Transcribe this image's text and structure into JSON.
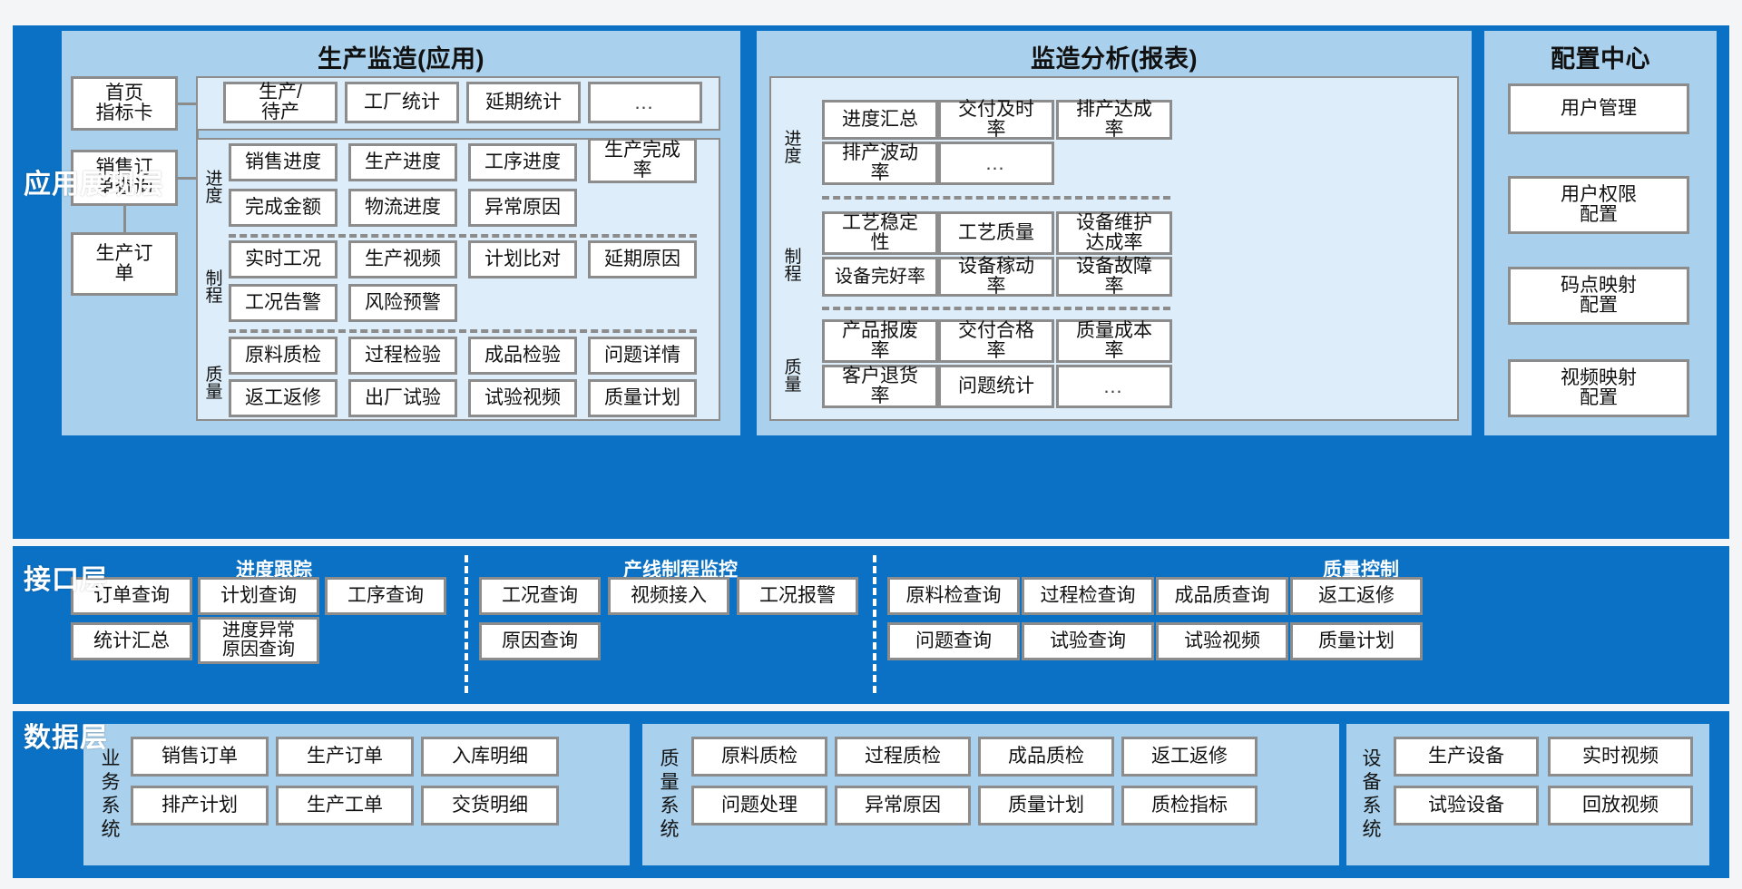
{
  "layers": {
    "app": {
      "title": "应用展现层"
    },
    "api": {
      "title": "接口层"
    },
    "data": {
      "title": "数据层"
    }
  },
  "app_layer": {
    "panels": [
      {
        "key": "production_app",
        "title": "生产监造(应用)",
        "entry_nodes": [
          {
            "label": "首页\n指标卡"
          },
          {
            "label": "销售订\n单查询"
          },
          {
            "label": "生产订\n单"
          }
        ],
        "groups": [
          {
            "caption": "",
            "rows": [
              [
                "生产/\n待产",
                "工厂统计",
                "延期统计",
                "…"
              ]
            ]
          },
          {
            "caption": "进\n度",
            "rows": [
              [
                "销售进度",
                "生产进度",
                "工序进度",
                "生产完成\n率"
              ],
              [
                "完成金额",
                "物流进度",
                "异常原因"
              ]
            ]
          },
          {
            "caption": "制\n程",
            "rows": [
              [
                "实时工况",
                "生产视频",
                "计划比对",
                "延期原因"
              ],
              [
                "工况告警",
                "风险预警"
              ]
            ]
          },
          {
            "caption": "质\n量",
            "rows": [
              [
                "原料质检",
                "过程检验",
                "成品检验",
                "问题详情"
              ],
              [
                "返工返修",
                "出厂试验",
                "试验视频",
                "质量计划"
              ]
            ]
          }
        ]
      },
      {
        "key": "analysis_report",
        "title": "监造分析(报表)",
        "groups": [
          {
            "caption": "进\n度",
            "rows": [
              [
                "进度汇总",
                "交付及时\n率",
                "排产达成\n率"
              ],
              [
                "排产波动\n率",
                "…"
              ]
            ]
          },
          {
            "caption": "制\n程",
            "rows": [
              [
                "工艺稳定\n性",
                "工艺质量",
                "设备维护\n达成率"
              ],
              [
                "设备完好率",
                "设备稼动\n率",
                "设备故障\n率"
              ]
            ]
          },
          {
            "caption": "质\n量",
            "rows": [
              [
                "产品报废\n率",
                "交付合格\n率",
                "质量成本\n率"
              ],
              [
                "客户退货\n率",
                "问题统计",
                "…"
              ]
            ]
          }
        ]
      },
      {
        "key": "config_center",
        "title": "配置中心",
        "items": [
          "用户管理",
          "用户权限\n配置",
          "码点映射\n配置",
          "视频映射\n配置"
        ]
      }
    ]
  },
  "api_layer": {
    "sections": [
      {
        "key": "progress_tracking",
        "caption": "进度跟踪",
        "rows": [
          [
            "订单查询",
            "计划查询",
            "工序查询"
          ],
          [
            "统计汇总",
            "进度异常\n原因查询"
          ]
        ]
      },
      {
        "key": "line_process_monitor",
        "caption": "产线制程监控",
        "rows": [
          [
            "工况查询",
            "视频接入",
            "工况报警"
          ],
          [
            "原因查询"
          ]
        ]
      },
      {
        "key": "quality_control",
        "caption": "质量控制",
        "rows": [
          [
            "原料检查询",
            "过程检查询",
            "成品质查询",
            "返工返修"
          ],
          [
            "问题查询",
            "试验查询",
            "试验视频",
            "质量计划"
          ]
        ]
      }
    ]
  },
  "data_layer": {
    "groups": [
      {
        "key": "business_system",
        "caption": "业\n务\n系\n统",
        "rows": [
          [
            "销售订单",
            "生产订单",
            "入库明细"
          ],
          [
            "排产计划",
            "生产工单",
            "交货明细"
          ]
        ]
      },
      {
        "key": "quality_system",
        "caption": "质\n量\n系\n统",
        "rows": [
          [
            "原料质检",
            "过程质检",
            "成品质检",
            "返工返修"
          ],
          [
            "问题处理",
            "异常原因",
            "质量计划",
            "质检指标"
          ]
        ]
      },
      {
        "key": "equipment_system",
        "caption": "设\n备\n系\n统",
        "rows": [
          [
            "生产设备",
            "实时视频"
          ],
          [
            "试验设备",
            "回放视频"
          ]
        ]
      }
    ]
  },
  "colors": {
    "layer_blue": "#0a71c5",
    "panel_blue": "#a9d0ec",
    "subpanel_blue": "#ddeefa",
    "node_border": "#8c8c8c",
    "node_fill": "#ffffff",
    "page_bg": "#f4f5f7"
  }
}
